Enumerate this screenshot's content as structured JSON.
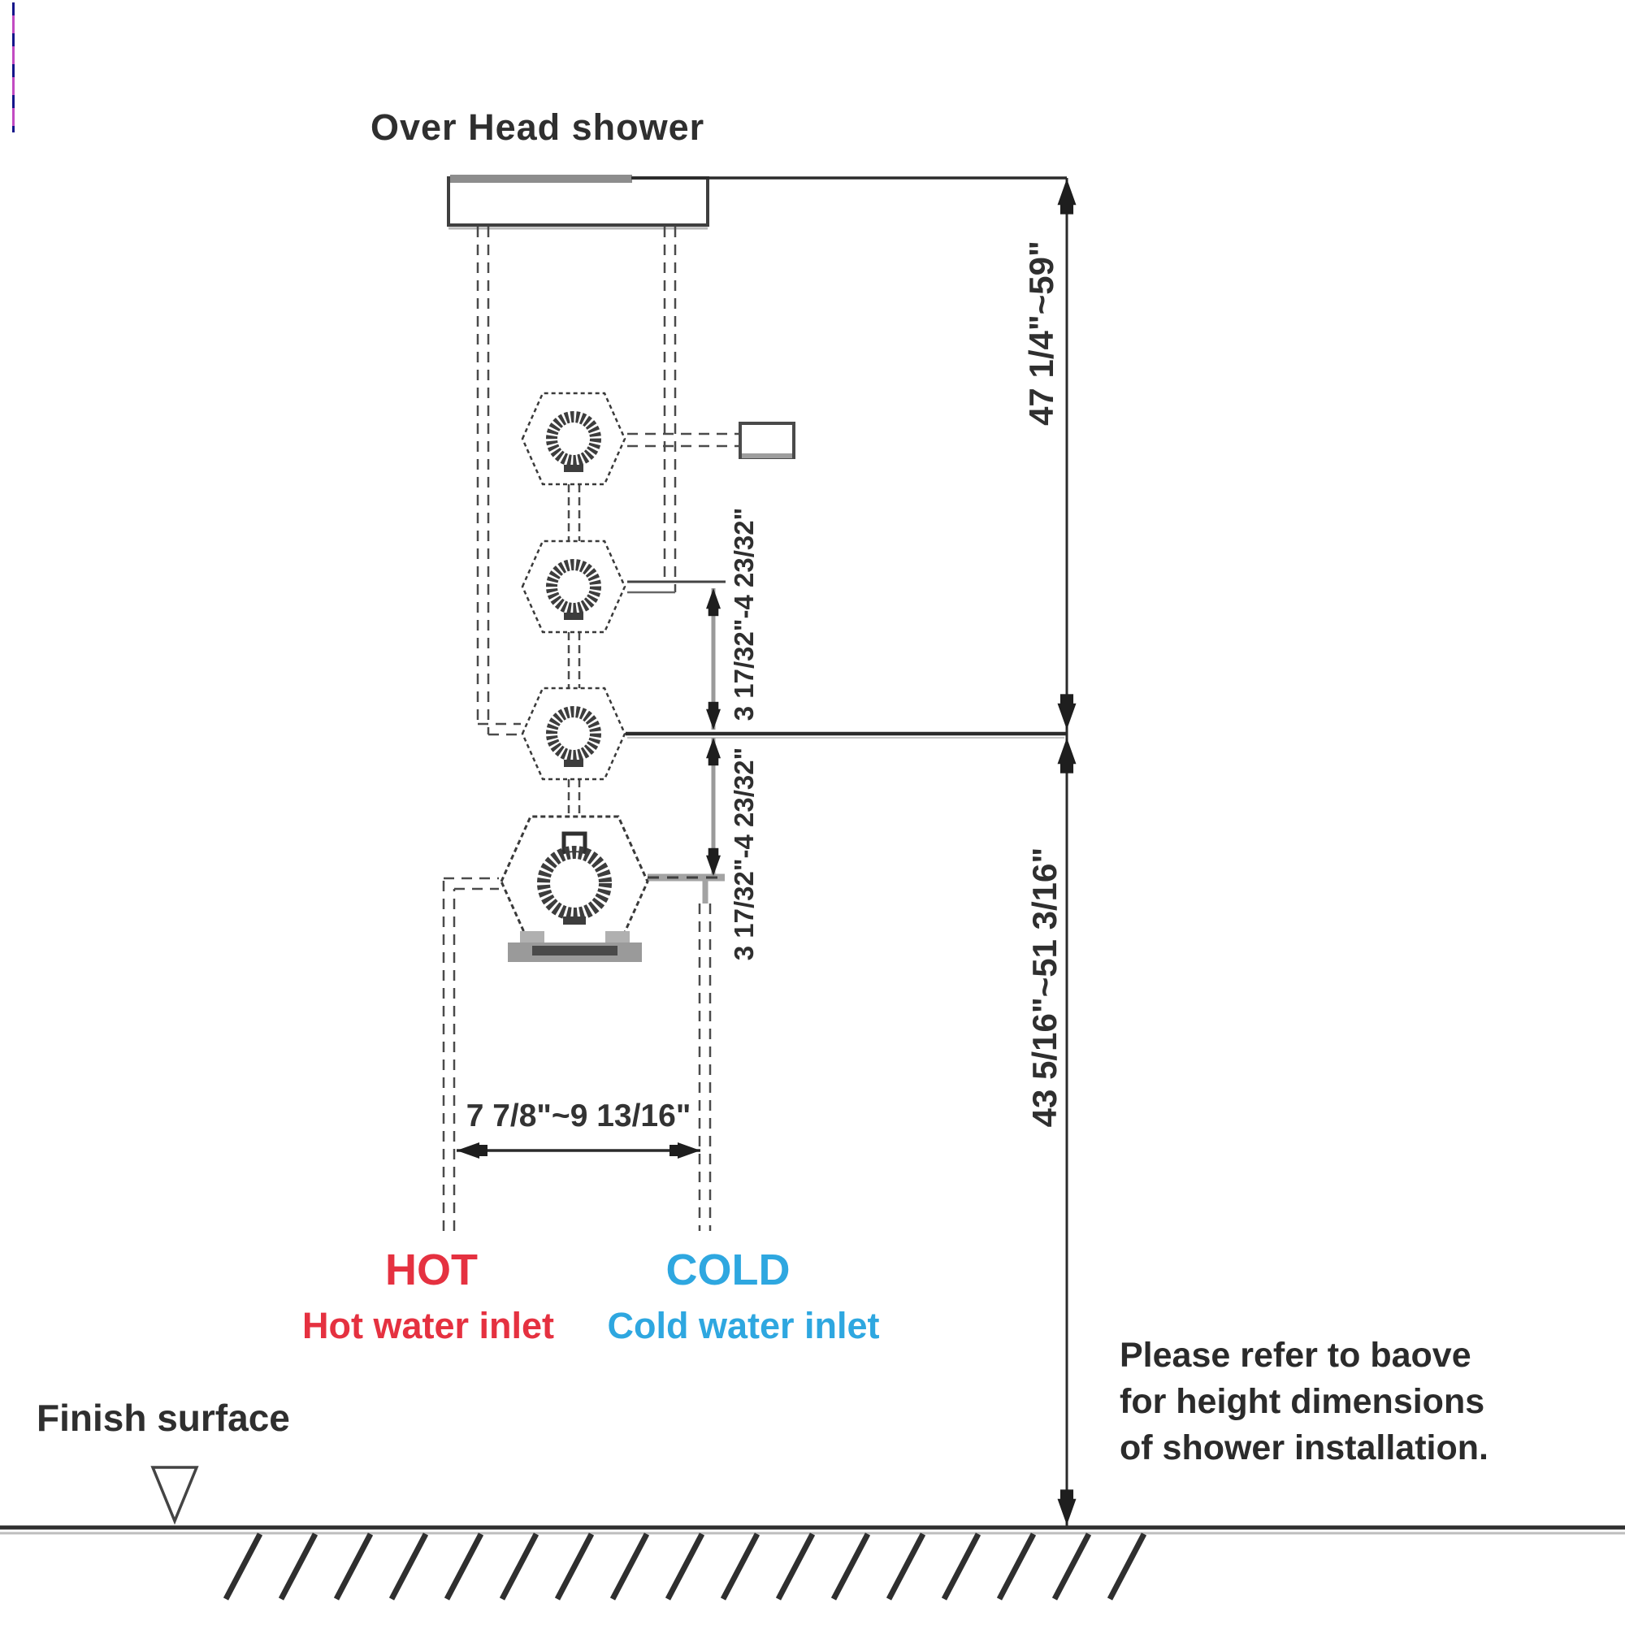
{
  "title": "Over Head shower",
  "colors": {
    "hot": "#e53140",
    "cold": "#2ea7e0",
    "line": "#2b2b2b"
  },
  "dimensions": {
    "head_height": "47 1/4\"~59\"",
    "valve_height": "43 5/16\"~51 3/16\"",
    "valve_gap_upper": "3 17/32\"-4 23/32\"",
    "valve_gap_lower": "3 17/32\"-4 23/32\"",
    "inlet_spacing": "7 7/8\"~9 13/16\""
  },
  "labels": {
    "hot": "HOT",
    "hot_sub": "Hot water inlet",
    "cold": "COLD",
    "cold_sub": "Cold water inlet",
    "finish_surface": "Finish surface"
  },
  "note": {
    "lines": [
      "Please refer to baove",
      "for height dimensions",
      "of shower installation."
    ]
  }
}
